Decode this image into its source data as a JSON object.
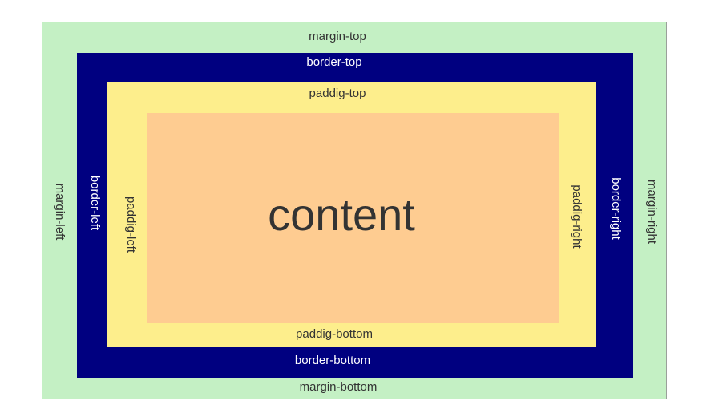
{
  "colors": {
    "margin": "#c4f0c4",
    "border": "#000080",
    "padding": "#fdee8c",
    "content": "#fecc91",
    "margin_text": "#333333",
    "border_text": "#ffffff",
    "padding_text": "#333333",
    "content_text": "#333333"
  },
  "labels": {
    "margin_top": "margin-top",
    "margin_bottom": "margin-bottom",
    "margin_left": "margin-left",
    "margin_right": "margin-right",
    "border_top": "border-top",
    "border_bottom": "border-bottom",
    "border_left": "border-left",
    "border_right": "border-right",
    "padding_top": "paddig-top",
    "padding_bottom": "paddig-bottom",
    "padding_left": "paddig-left",
    "padding_right": "paddig-right",
    "content": "content"
  }
}
